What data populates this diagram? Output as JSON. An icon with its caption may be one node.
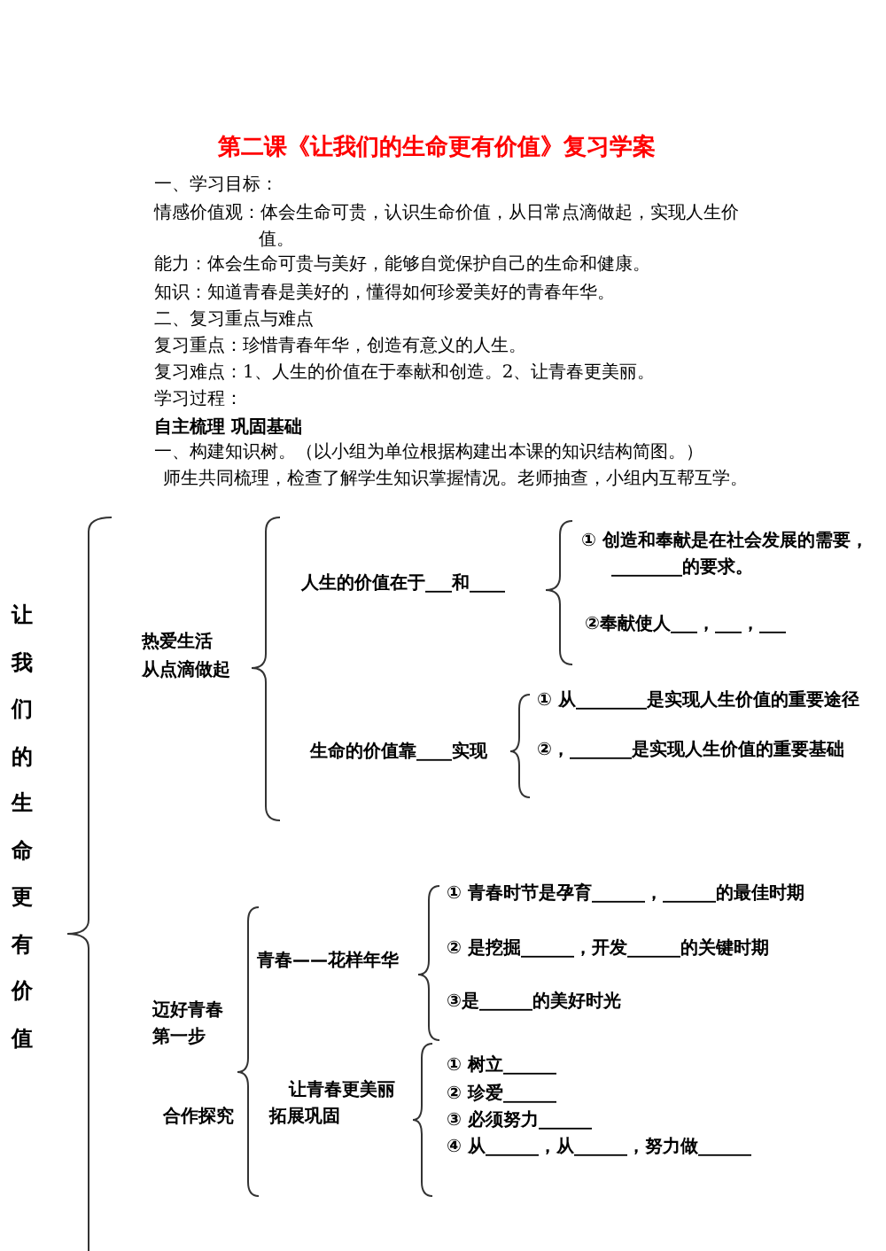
{
  "diagram": {
    "title": "第二课《让我们的生命更有价值》复习学案",
    "labels": [
      "一、学习目标：",
      "情感价值观：体会生命可贵，认识生命价值，从日常点滴做起，实现人生价值。",
      "能力：体会生命可贵与美好，能够自觉保护自己的生命和健康。",
      "知识：知道青春是美好的，懂得如何珍爱美好的青春年华。",
      "二、复习重点与难点",
      "复习重点：珍惜青春年华，创造有意义的人生。",
      "复习难点：1、人生的价值在于奉献和创造。2、让青春更美丽。",
      "学习过程：",
      "自主梳理 巩固基础",
      "一、构建知识树。（以小组为单位根据构建出本课的知识结构简图。）",
      "师生共同梳理，检查了解学生知识掌握情况。老师抽查，小组内互帮互学。",
      "让我们的生命更有价值",
      "热爱生活",
      "从点滴做起",
      "人生的价值在于___和____",
      "① 创造和奉献是在社会发展的需要，________的要求。",
      "②奉献使人___，___，___",
      "生命的价值靠____实现",
      "① 从________是实现人生价值的重要途径",
      "②，_______是实现人生价值的重要基础",
      "迈好青春第一步",
      "青春——花样年华",
      "① 青春时节是孕育______，______的最佳时期",
      "② 是挖掘______，开发______的关键时期",
      "③是______的美好时光",
      "合作探究",
      "让青春更美丽",
      "拓展巩固",
      "① 树立______",
      "② 珍爱______",
      "③ 必须努力______",
      "④ 从______，从______，努力做______"
    ]
  }
}
